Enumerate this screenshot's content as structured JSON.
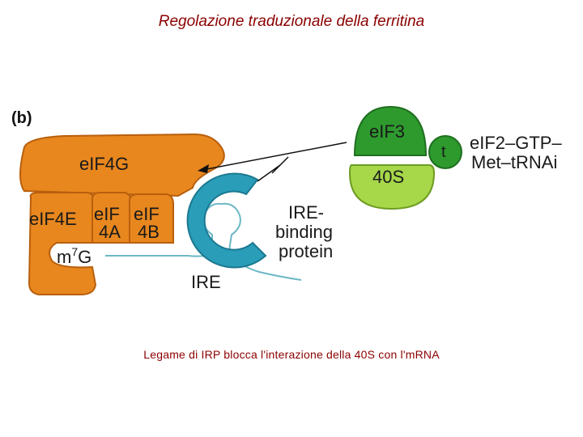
{
  "title": "Regolazione traduzionale della ferritina",
  "panel_label": "(b)",
  "labels": {
    "eif4g": "eIF4G",
    "eif4e": "eIF4E",
    "eif4a_top": "eIF",
    "eif4a_bottom": "4A",
    "eif4b_top": "eIF",
    "eif4b_bottom": "4B",
    "m7g_m": "m",
    "m7g_sup": "7",
    "m7g_g": "G",
    "eif3": "eIF3",
    "s40": "40S",
    "t": "t",
    "complex_line1": "eIF2–GTP–",
    "complex_line2": "Met–tRNAi",
    "ire": "IRE",
    "irebp_line1": "IRE-",
    "irebp_line2": "binding",
    "irebp_line3": "protein"
  },
  "caption": "Legame di IRP blocca l'interazione della 40S con l'mRNA",
  "colors": {
    "title": "#8b0000",
    "orange": "#e8871e",
    "orange_dark": "#b85f0c",
    "green_dark": "#2e9a2e",
    "green_light": "#a6d84a",
    "teal": "#2a9db8",
    "mrna": "#6cb8c6"
  }
}
